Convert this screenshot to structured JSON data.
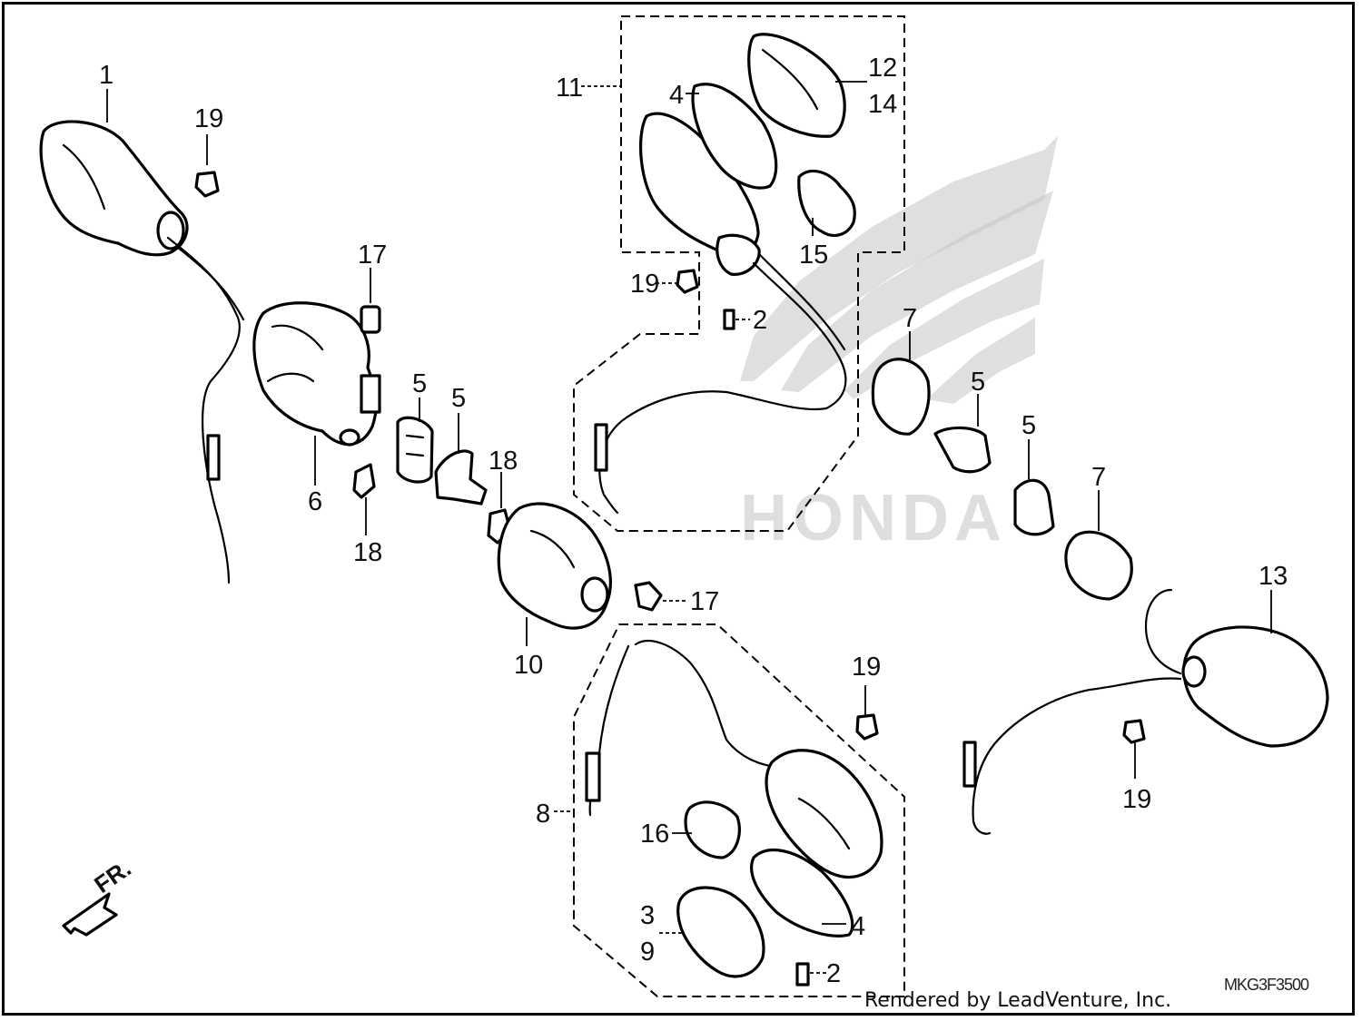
{
  "callouts": [
    {
      "id": "c1",
      "text": "1"
    },
    {
      "id": "c19a",
      "text": "19"
    },
    {
      "id": "c17a",
      "text": "17"
    },
    {
      "id": "c6",
      "text": "6"
    },
    {
      "id": "c18a",
      "text": "18"
    },
    {
      "id": "c5a",
      "text": "5"
    },
    {
      "id": "c5b",
      "text": "5"
    },
    {
      "id": "c18b",
      "text": "18"
    },
    {
      "id": "c10",
      "text": "10"
    },
    {
      "id": "c17b",
      "text": "17"
    },
    {
      "id": "c11",
      "text": "11"
    },
    {
      "id": "c4a",
      "text": "4"
    },
    {
      "id": "c12",
      "text": "12"
    },
    {
      "id": "c14",
      "text": "14"
    },
    {
      "id": "c15",
      "text": "15"
    },
    {
      "id": "c19b",
      "text": "19"
    },
    {
      "id": "c2a",
      "text": "2"
    },
    {
      "id": "c7a",
      "text": "7"
    },
    {
      "id": "c5c",
      "text": "5"
    },
    {
      "id": "c5d",
      "text": "5"
    },
    {
      "id": "c7b",
      "text": "7"
    },
    {
      "id": "c13",
      "text": "13"
    },
    {
      "id": "c19c",
      "text": "19"
    },
    {
      "id": "c19d",
      "text": "19"
    },
    {
      "id": "c8",
      "text": "8"
    },
    {
      "id": "c16",
      "text": "16"
    },
    {
      "id": "c3",
      "text": "3"
    },
    {
      "id": "c9",
      "text": "9"
    },
    {
      "id": "c4b",
      "text": "4"
    },
    {
      "id": "c2b",
      "text": "2"
    }
  ],
  "direction_marker": "FR.",
  "diagram_code": "MKG3F3500",
  "credit": "Rendered by LeadVenture, Inc.",
  "watermark": "HONDA",
  "colors": {
    "line": "#000000",
    "watermark": "#c4c4c4",
    "background": "#ffffff"
  }
}
